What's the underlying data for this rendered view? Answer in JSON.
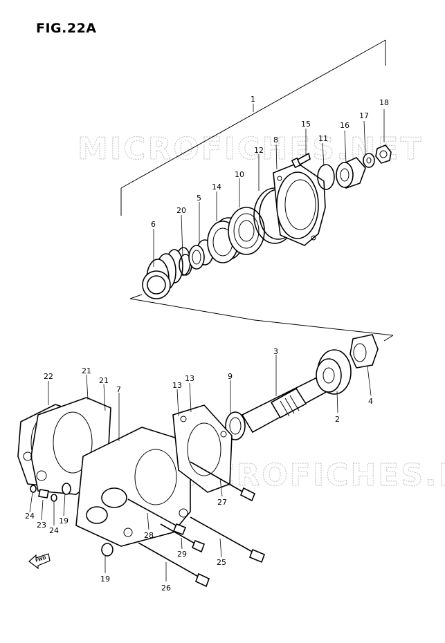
{
  "figure": {
    "title": "FIG.22A"
  },
  "watermark": {
    "top": "MICROFICHES.NET",
    "bottom": "MICROFICHES.NET"
  },
  "fwd_label": "FWD",
  "callouts": [
    "1",
    "2",
    "3",
    "4",
    "5",
    "6",
    "7",
    "8",
    "9",
    "10",
    "11",
    "12",
    "13",
    "13",
    "14",
    "15",
    "16",
    "17",
    "18",
    "19",
    "19",
    "20",
    "21",
    "21",
    "22",
    "23",
    "24",
    "24",
    "25",
    "26",
    "27",
    "28",
    "29"
  ]
}
